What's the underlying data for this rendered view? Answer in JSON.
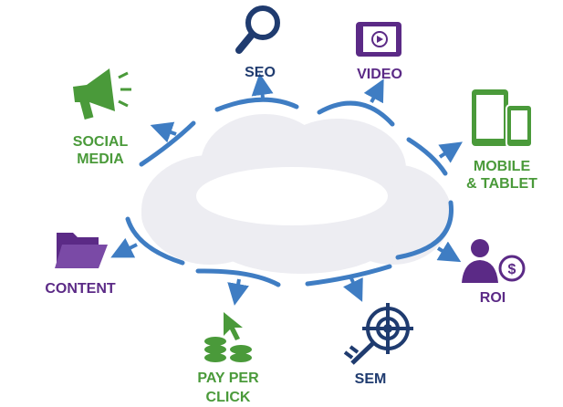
{
  "colors": {
    "blue": "#3f7dc3",
    "green": "#4a9a3a",
    "purple": "#5b2a86",
    "navy": "#1f3b6f",
    "cloud": "#ededf2"
  },
  "nodes": {
    "seo": {
      "label": "SEO",
      "icon": "magnifier-icon"
    },
    "video": {
      "label": "VIDEO",
      "icon": "video-tablet-icon"
    },
    "mobile": {
      "line1": "MOBILE",
      "line2": "& TABLET",
      "icon": "mobile-tablet-icon"
    },
    "roi": {
      "label": "ROI",
      "icon": "businessman-dollar-icon"
    },
    "sem": {
      "label": "SEM",
      "icon": "target-key-icon"
    },
    "ppc": {
      "line1": "PAY PER",
      "line2": "CLICK",
      "icon": "coins-cursor-icon"
    },
    "content": {
      "label": "CONTENT",
      "icon": "folder-icon"
    },
    "social": {
      "line1": "SOCIAL",
      "line2": "MEDIA",
      "icon": "megaphone-icon"
    }
  }
}
